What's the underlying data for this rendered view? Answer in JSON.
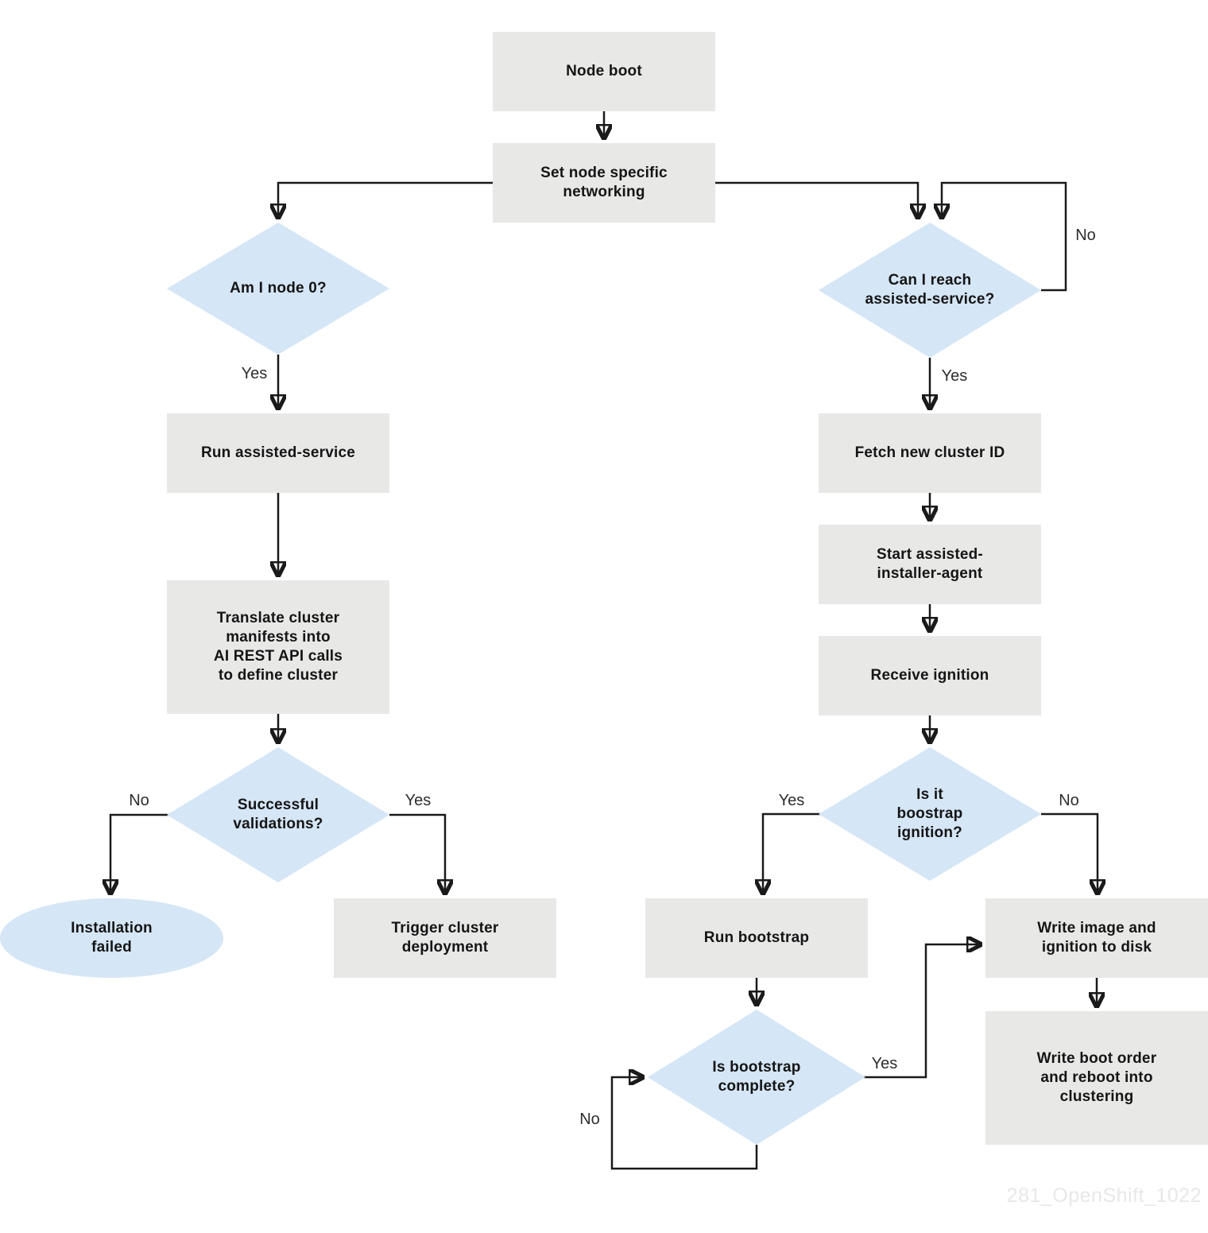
{
  "colors": {
    "process_fill": "#e8e8e7",
    "decision_fill": "#d5e6f6",
    "line_color": "#1a1a1a",
    "text_color": "#151515",
    "watermark_color": "#e8e8e8"
  },
  "watermark": "281_OpenShift_1022",
  "nodes": {
    "node_boot": "Node boot",
    "set_networking": "Set node specific\nnetworking",
    "am_i_node_0": "Am I node 0?",
    "run_assisted_service": "Run assisted-service",
    "translate_cluster": "Translate cluster\nmanifests into\nAI REST API calls\nto define cluster",
    "successful_validations": "Successful\nvalidations?",
    "installation_failed": "Installation\nfailed",
    "trigger_deployment": "Trigger cluster\ndeployment",
    "can_reach_service": "Can I reach\nassisted-service?",
    "fetch_cluster_id": "Fetch new cluster ID",
    "start_agent": "Start assisted-\ninstaller-agent",
    "receive_ignition": "Receive ignition",
    "is_bootstrap_ignition": "Is it\nboostrap\nignition?",
    "run_bootstrap": "Run bootstrap",
    "is_bootstrap_complete": "Is bootstrap\ncomplete?",
    "write_image": "Write image and\nignition to disk",
    "write_boot_order": "Write boot order\nand reboot into\nclustering"
  },
  "edge_labels": {
    "node0_yes": "Yes",
    "canreach_no": "No",
    "canreach_yes": "Yes",
    "validations_no": "No",
    "validations_yes": "Yes",
    "ignition_yes": "Yes",
    "ignition_no": "No",
    "complete_yes": "Yes",
    "complete_no": "No"
  }
}
